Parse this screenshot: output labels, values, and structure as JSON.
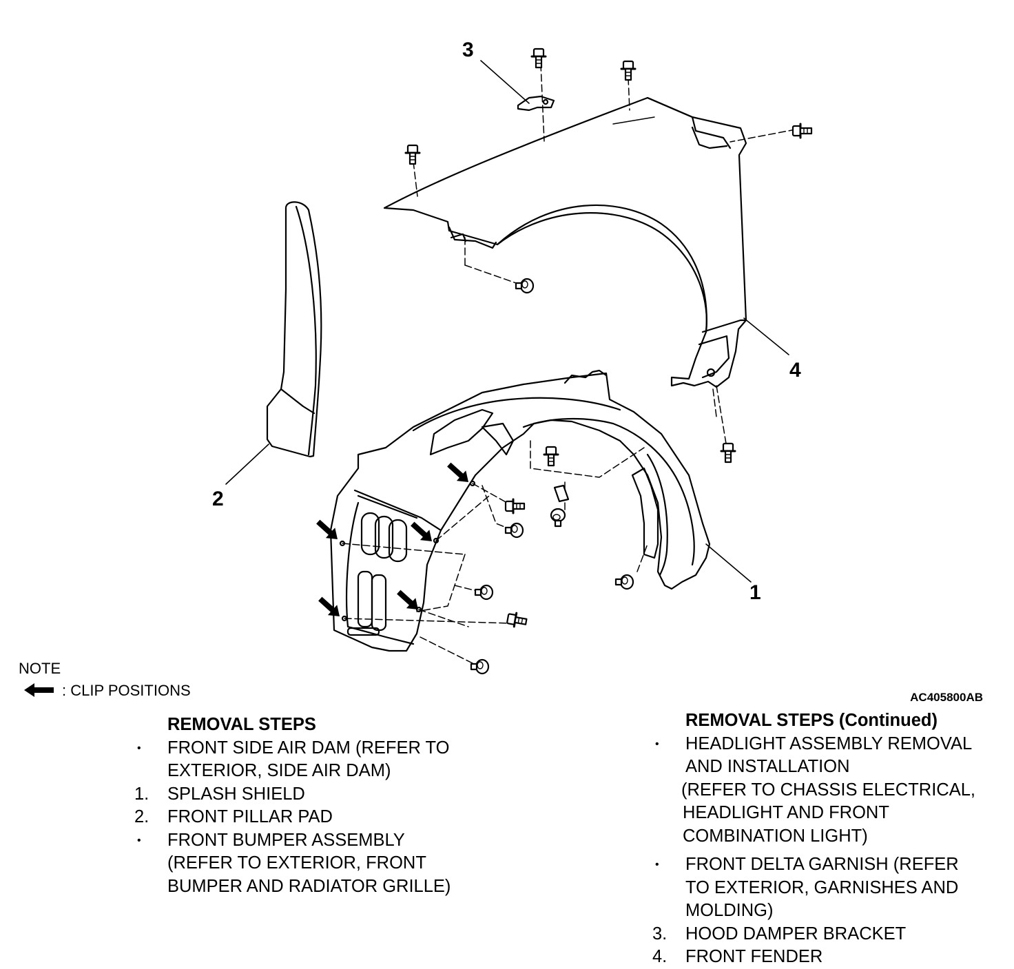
{
  "diagram": {
    "callouts": [
      "1",
      "2",
      "3",
      "4"
    ],
    "figure_id": "AC405800AB",
    "note": {
      "title": "NOTE",
      "legend_icon": "clip-arrow-icon",
      "legend_text": ": CLIP POSITIONS"
    }
  },
  "steps_left": {
    "heading": "REMOVAL STEPS",
    "items": [
      {
        "marker": "•",
        "lines": [
          "FRONT SIDE AIR DAM (REFER TO",
          "EXTERIOR, SIDE AIR DAM)"
        ]
      },
      {
        "marker": "1.",
        "lines": [
          "SPLASH SHIELD"
        ]
      },
      {
        "marker": "2.",
        "lines": [
          "FRONT PILLAR PAD"
        ]
      },
      {
        "marker": "•",
        "lines": [
          "FRONT BUMPER ASSEMBLY",
          "(REFER TO EXTERIOR, FRONT",
          "BUMPER AND RADIATOR GRILLE)"
        ]
      }
    ]
  },
  "steps_right": {
    "heading": "REMOVAL STEPS (Continued)",
    "items": [
      {
        "marker": "•",
        "lines": [
          "HEADLIGHT ASSEMBLY REMOVAL",
          "AND INSTALLATION",
          "(REFER TO CHASSIS ELECTRICAL,",
          "HEADLIGHT AND FRONT",
          "COMBINATION LIGHT)"
        ]
      },
      {
        "marker": "•",
        "lines": [
          "FRONT DELTA GARNISH (REFER",
          "TO EXTERIOR, GARNISHES AND",
          "MOLDING)"
        ]
      },
      {
        "marker": "3.",
        "lines": [
          "HOOD DAMPER BRACKET"
        ]
      },
      {
        "marker": "4.",
        "lines": [
          "FRONT FENDER"
        ]
      }
    ]
  }
}
